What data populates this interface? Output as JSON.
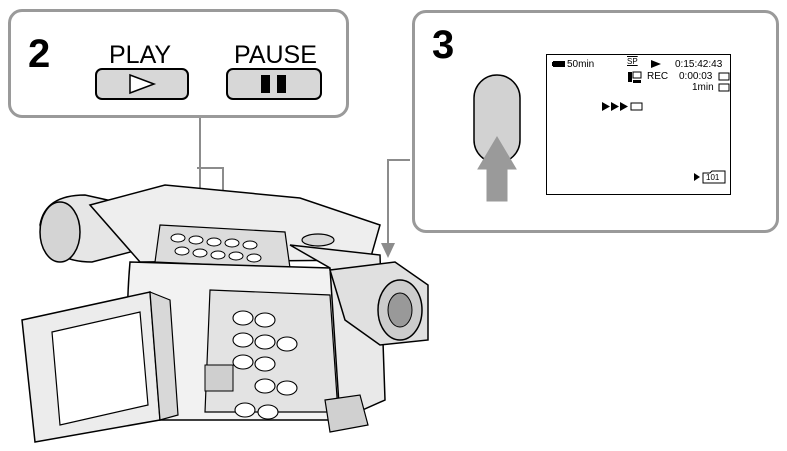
{
  "step_2": {
    "number": "2",
    "play_label": "PLAY",
    "pause_label": "PAUSE"
  },
  "step_3": {
    "number": "3",
    "screen": {
      "battery_remaining": "50min",
      "tape_mode": "SP",
      "timecode": "0:15:42:43",
      "rec_label": "REC",
      "rec_time": "0:00:03",
      "interval": "1min",
      "folder_number": "101"
    }
  }
}
